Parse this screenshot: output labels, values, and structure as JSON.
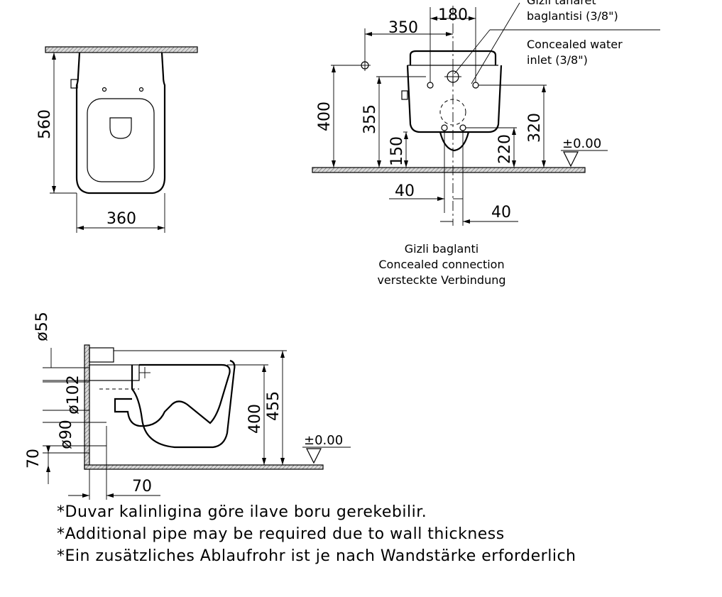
{
  "top_view": {
    "height_dim": "560",
    "width_dim": "360"
  },
  "front_view": {
    "callout_tr": "Gizli taharet",
    "callout_tr_2": "baglantisi (3/8\")",
    "callout_en": "Concealed water",
    "callout_en_2": "inlet (3/8\")",
    "dim_180": "180",
    "dim_350": "350",
    "dim_400": "400",
    "dim_355": "355",
    "dim_150": "150",
    "dim_220": "220",
    "dim_320": "320",
    "level": "±0.00",
    "dim_40_left": "40",
    "dim_40_right": "40",
    "connection_tr": "Gizli baglanti",
    "connection_en": "Concealed connection",
    "connection_de": "versteckte Verbindung"
  },
  "side_view": {
    "dia_55": "ø55",
    "dia_102": "ø102",
    "dia_90": "ø90",
    "dim_70_vert": "70",
    "dim_400": "400",
    "dim_455": "455",
    "level": "±0.00",
    "dim_70_horiz": "70"
  },
  "notes": [
    "*Duvar kalinligina göre ilave boru gerekebilir.",
    "*Additional pipe may be required due to wall thickness",
    "*Ein zusätzliches Ablaufrohr ist je nach Wandstärke erforderlich"
  ]
}
